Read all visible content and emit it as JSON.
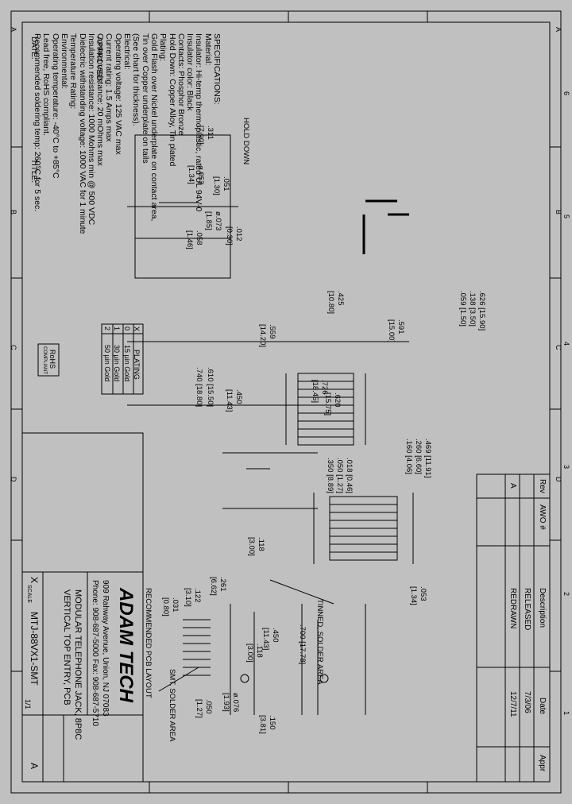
{
  "border_letters": [
    "A",
    "B",
    "C",
    "D"
  ],
  "border_numbers": [
    "6",
    "5",
    "4",
    "3",
    "2",
    "1"
  ],
  "approval": {
    "approved": "APPROVED:",
    "date": "DATE:",
    "title": "TITLE:"
  },
  "revisions": {
    "headers": [
      "Rev",
      "AWO #",
      "Description",
      "Date",
      "Appr"
    ],
    "rows": [
      {
        "rev": "",
        "awo": "",
        "desc": "RELEASED",
        "date": "7/3/06",
        "appr": ""
      },
      {
        "rev": "A",
        "awo": "",
        "desc": "REDRAWN",
        "date": "12/7/11",
        "appr": ""
      }
    ]
  },
  "specifications": [
    "SPECIFICATIONS:",
    "Material:",
    "Insulator: Hi-temp thermoplastic, rated UL 94V-0",
    "Insulator color: Black",
    "Contacts: Phosphor Bronze",
    "Hold Down: Copper Alloy, Tin plated",
    "Plating:",
    "Gold Flash over Nickel underplate on contact area,",
    "Tin over Copper underplate on tails",
    "(See chart for thickness).",
    "Electrical:",
    "Operating voltage: 125 VAC max",
    "Current rating: 1.5 Amps max",
    "Contact resistance: 20 mOhms max",
    "Insulation resistance: 1000 Mohms min @ 500 VDC",
    "Dielectric withstanding voltage: 1000 VAC for 1 minute",
    "Temperature Rating:",
    "Environmental:",
    "Operating temperature: -40°C to +85°C",
    "Lead free, RoHS compliant.",
    "Recommended soldering temp: 260°C for 5 sec."
  ],
  "plating_table": {
    "headers": [
      "X",
      "PLATING"
    ],
    "rows": [
      [
        "0",
        "15 µin Gold"
      ],
      [
        "1",
        "30 µin Gold"
      ],
      [
        "2",
        "50 µin Gold"
      ]
    ]
  },
  "rohs": {
    "title": "RoHS",
    "sub": "COMPLIANT"
  },
  "dims": {
    "hold_down": "HOLD DOWN",
    "d311": ".311",
    "d311mm": "[7.90]",
    "dphi053": "ø.053",
    "dphi053mm": "[1.34]",
    "d051": ".051",
    "d051mm": "[1.30]",
    "dphi073": "ø.073",
    "dphi073mm": "[1.85]",
    "d012": ".012",
    "d012mm": "[0.30]",
    "d058": ".058",
    "d058mm": "[1.46]",
    "d626": ".626 [15.90]",
    "d138": ".138 [3.50]",
    "d059": ".059 [1.50]",
    "d425": ".425",
    "d425mm": "[10.80]",
    "d591": ".591",
    "d591mm": "[15.00]",
    "d559": ".559",
    "d559mm": "[14.20]",
    "d450": ".450",
    "d450mm": "[11.43]",
    "d610": ".610 [15.50]",
    "d740": ".740 [18.80]",
    "d726": ".726",
    "d726mm": "[18.45]",
    "d620": ".620",
    "d620mm": "[15.75]",
    "d469": ".469 [11.91]",
    "d260": ".260 [6.60]",
    "d160": ".160 [4.06]",
    "d018": ".018 [0.46]",
    "d050": ".050 [1.27]",
    "d350": ".350 [8.89]",
    "d053b": ".053",
    "d053bmm": "[1.34]",
    "d118a": ".118",
    "d118amm": "[3.00]",
    "d261": ".261",
    "d261mm": "[6.62]",
    "d122": ".122",
    "d122mm": "[3.10]",
    "d031": ".031",
    "d031mm": "[0.80]",
    "tinned": "TINNED, SOLDER AREA",
    "d700": ".700 [17.78]",
    "d450b": ".450",
    "d450bmm": "[11.43]",
    "d118b": ".118",
    "d118bmm": "[3.00]",
    "d050b": ".050",
    "d050bmm": "[1.27]",
    "dphi076": "ø.076",
    "dphi076mm": "[1.93]",
    "d150": ".150",
    "d150mm": "[3.81]",
    "smt": "SMT, SOLDER AREA",
    "pcb_layout": "RECOMMENDED PCB LAYOUT"
  },
  "title_block": {
    "company": "ADAM TECH",
    "address": "909 Rahway Avenue, Union, NJ 07083",
    "phone": "Phone: 908-687-5000  Fax: 908-687-5710",
    "title1": "MODULAR TELEPHONE JACK, 8P8C",
    "title2": "VERTICAL TOP ENTRY, PCB",
    "part": "MTJ-88VX1-SMT",
    "x_mark": "X",
    "sheet_rev": "A",
    "scale_lbl": "SCALE",
    "scale": "1/1"
  }
}
